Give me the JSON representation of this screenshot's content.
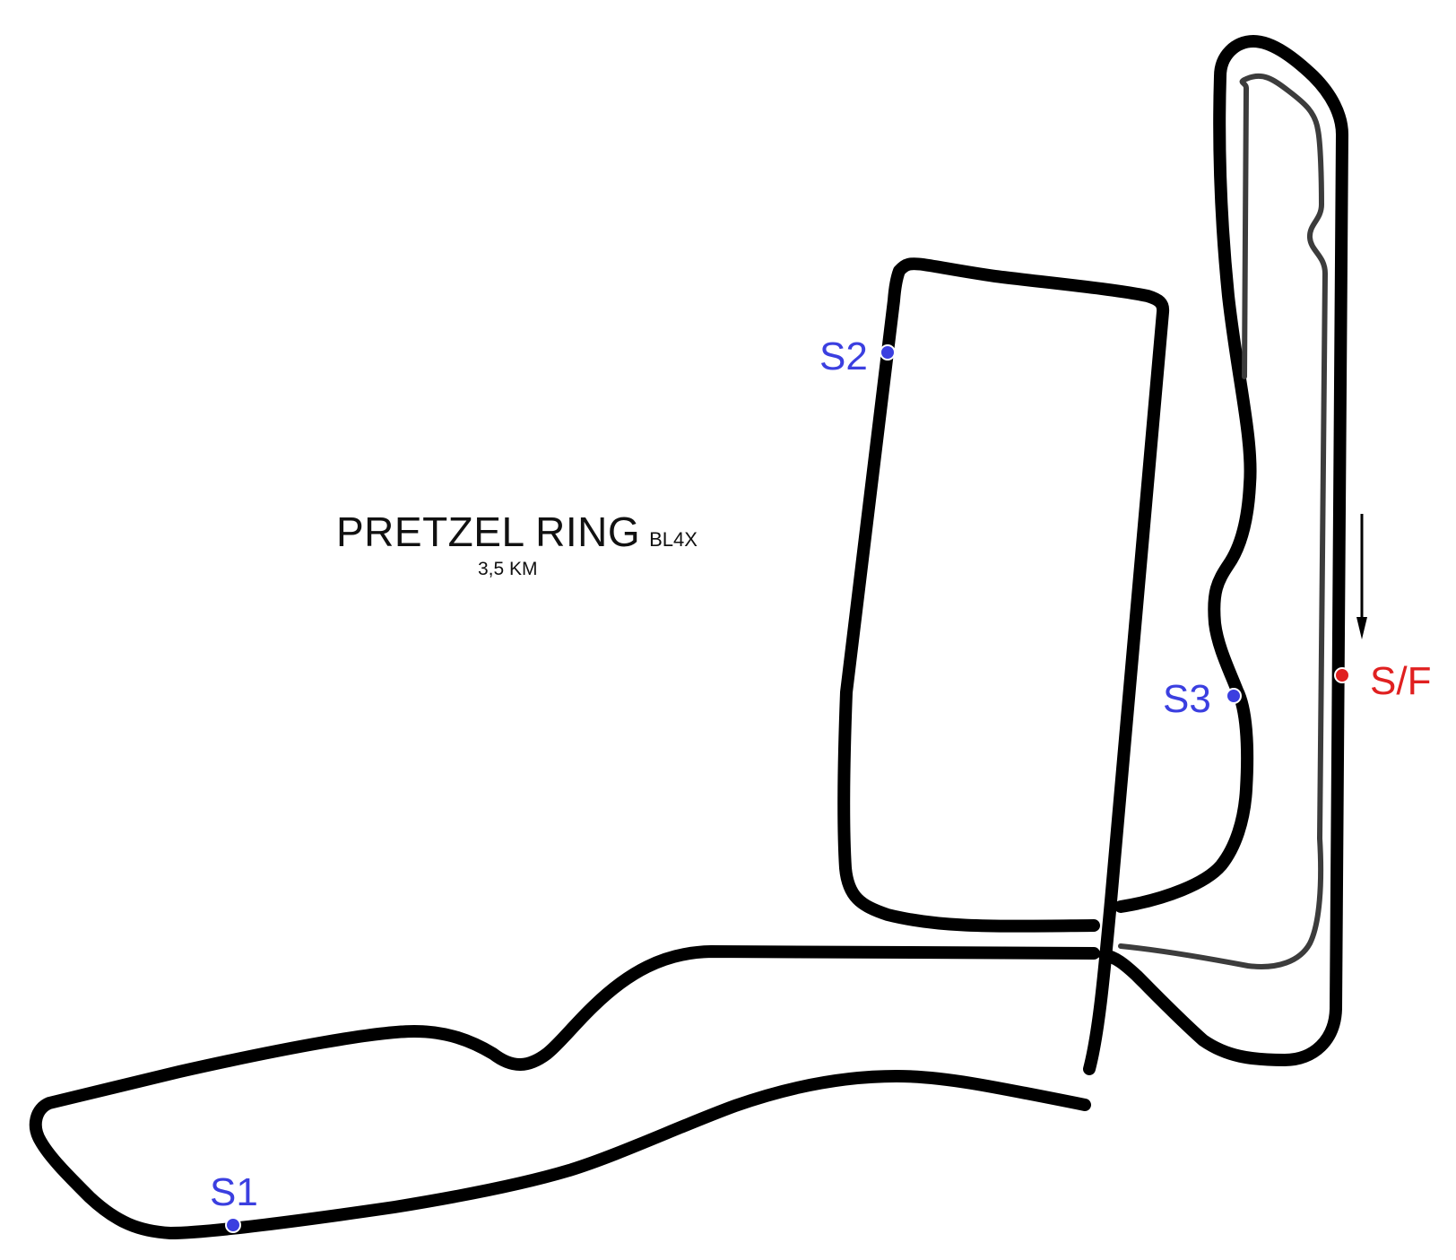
{
  "circuit": {
    "name": "PRETZEL RING",
    "variant": "BL4X",
    "length": "3,5 KM"
  },
  "markers": [
    {
      "id": "s1",
      "label": "S1",
      "color": "#3b3fe0"
    },
    {
      "id": "s2",
      "label": "S2",
      "color": "#3b3fe0"
    },
    {
      "id": "s3",
      "label": "S3",
      "color": "#3b3fe0"
    },
    {
      "id": "sf",
      "label": "S/F",
      "color": "#e02020"
    }
  ],
  "colors": {
    "track": "#000000",
    "pit_lane": "#3c3c3c",
    "sector_marker": "#3b3fe0",
    "start_finish_marker": "#e02020"
  },
  "direction_icon": "arrow-down-icon"
}
